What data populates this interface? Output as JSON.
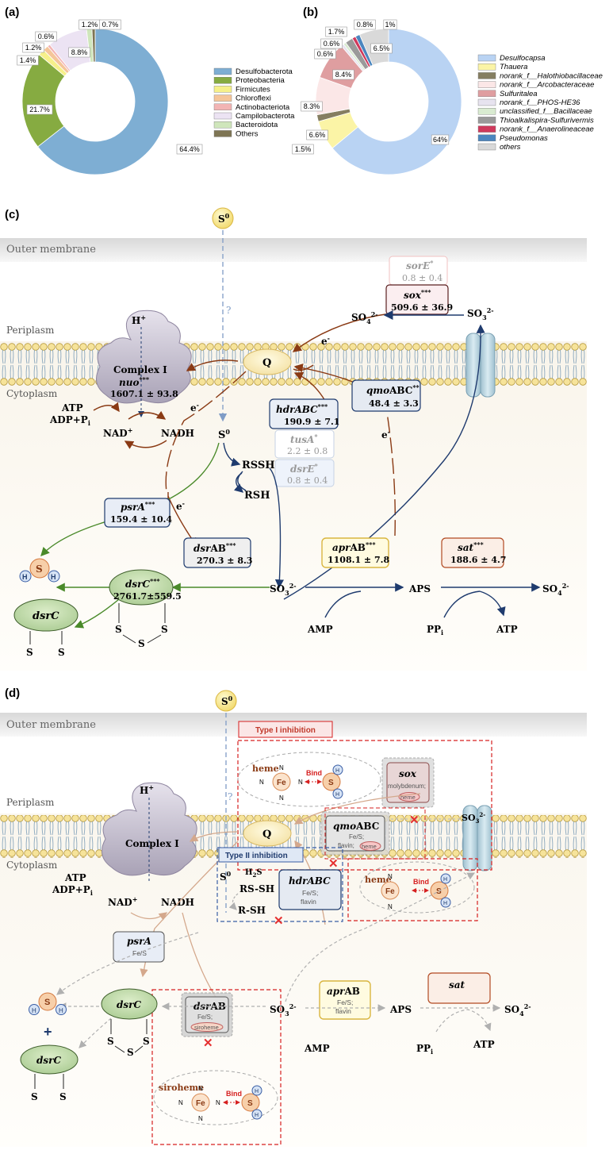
{
  "panels": {
    "a": "(a)",
    "b": "(b)",
    "c": "(c)",
    "d": "(d)"
  },
  "chart_data": [
    {
      "type": "pie",
      "title": "",
      "series": [
        {
          "labels": [
            "Desulfobacterota",
            "Proteobacteria",
            "Firmicutes",
            "Chloroflexi",
            "Actinobacteriota",
            "Campilobacterota",
            "Bacteroidota",
            "Others"
          ],
          "values": [
            64.4,
            21.7,
            1.4,
            1.2,
            0.6,
            8.8,
            1.2,
            0.7
          ],
          "colors": [
            "#7eaed3",
            "#86ab41",
            "#f6f08a",
            "#f5c599",
            "#f2b4b4",
            "#ece3f3",
            "#cfe6bb",
            "#7e7554"
          ]
        }
      ],
      "donut": true,
      "legend": "right"
    },
    {
      "type": "pie",
      "title": "",
      "series": [
        {
          "labels": [
            "Desulfocapsa",
            "Thauera",
            "norank_f__Halothiobacillaceae",
            "norank_f__Arcobacteraceae",
            "Sulfuritalea",
            "norank_f__PHOS-HE36",
            "unclassified_f__Bacillaceae",
            "Thioalkalispira-Sulfurivermis",
            "norank_f__Anaerolineaceae",
            "Pseudomonas",
            "others"
          ],
          "values": [
            64,
            6.6,
            1.5,
            8.3,
            8.4,
            0.6,
            0.6,
            1.7,
            0.8,
            1,
            6.5
          ],
          "colors": [
            "#b9d3f3",
            "#fbf4a6",
            "#857e61",
            "#fbe7e7",
            "#df9ea0",
            "#e7e3ef",
            "#d9ebd1",
            "#9a9a9a",
            "#cf3a5c",
            "#4b86bf",
            "#d9d9d9"
          ]
        }
      ],
      "donut": true,
      "legend": "right"
    }
  ],
  "pie_a_labels": [
    "64.4%",
    "21.7%",
    "1.4%",
    "1.2%",
    "0.6%",
    "8.8%",
    "1.2%",
    "0.7%"
  ],
  "pie_b_labels": [
    "64%",
    "6.6%",
    "1.5%",
    "8.3%",
    "8.4%",
    "0.6%",
    "0.6%",
    "1.7%",
    "0.8%",
    "1%",
    "6.5%"
  ],
  "c": {
    "s0": "S",
    "s0_sup": "0",
    "outer_membrane": "Outer membrane",
    "periplasm": "Periplasm",
    "cytoplasm": "Cytoplasm",
    "question": "?",
    "hplus": "H",
    "complex1": "Complex I",
    "nuo": "nuo",
    "nuo_sig": "***",
    "nuo_val": "1607.1 ± 93.8",
    "q": "Q",
    "atp": "ATP",
    "adp": "ADP+P",
    "adp_sub": "i",
    "nadplus": "NAD",
    "nadh": "NADH",
    "e": "e",
    "s0_cyto": "S",
    "rssh": "RSSH",
    "rsh": "RSH",
    "hdr": "hdrABC",
    "hdr_sig": "***",
    "hdr_val": "190.9 ± 7.1",
    "tusa": "tusA",
    "tusa_sig": "*",
    "tusa_val": "2.2 ± 0.8",
    "dsre": "dsrE",
    "dsre_sig": "*",
    "dsre_val": "0.8 ± 0.4",
    "sore": "sorE",
    "sore_sig": "*",
    "sore_val": "0.8 ± 0.4",
    "sox": "sox",
    "sox_sig": "***",
    "sox_val": "509.6 ± 36.9",
    "so4": "SO",
    "so3": "SO",
    "qmo": "qmo",
    "qmo_rest": "ABC",
    "qmo_sig": "**",
    "qmo_val": "48.4 ± 3.3",
    "psra": "psrA",
    "psra_sig": "***",
    "psra_val": "159.4 ± 10.4",
    "dsrc": "dsrC",
    "dsrc_sig": "***",
    "dsrc_val": "2761.7±559.5",
    "dsrab": "dsr",
    "dsrab_rest": "AB",
    "dsrab_sig": "***",
    "dsrab_val": "270.3 ± 8.3",
    "apr": "apr",
    "apr_rest": "AB",
    "apr_sig": "***",
    "apr_val": "1108.1 ± 7.8",
    "aps": "APS",
    "sat": "sat",
    "sat_sig": "***",
    "sat_val": "188.6 ± 4.7",
    "amp": "AMP",
    "ppi": "PP",
    "ppi_sub": "i",
    "atp2": "ATP",
    "h": "H",
    "s": "S"
  },
  "d": {
    "type1": "Type I inhibition",
    "type2": "Type II inhibition",
    "heme": "heme",
    "siroheme": "siroheme",
    "fe": "Fe",
    "n": "N",
    "bind": "Bind",
    "sox_sub": "molybdenum;",
    "qmo_sub1": "Fe/S;",
    "qmo_sub2": "flavin;",
    "hdr_sub1": "Fe/S;",
    "hdr_sub2": "flavin",
    "psra_sub": "Fe/S",
    "dsrab_sub": "Fe/S;",
    "apr_sub1": "Fe/S;",
    "apr_sub2": "flavin",
    "h2s": "H",
    "rs_sh": "RS-SH",
    "r_sh": "R-SH",
    "plus": "+"
  }
}
